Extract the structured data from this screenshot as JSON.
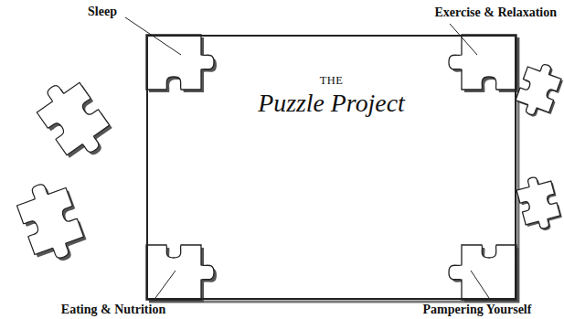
{
  "diagram": {
    "nodes": [
      {
        "text": [
          "THE",
          "Puzzle Project"
        ]
      }
    ],
    "labels": [
      "Sleep",
      "Exercise & Relaxation",
      "Eating & Nutrition",
      "Pampering Yourself"
    ]
  }
}
